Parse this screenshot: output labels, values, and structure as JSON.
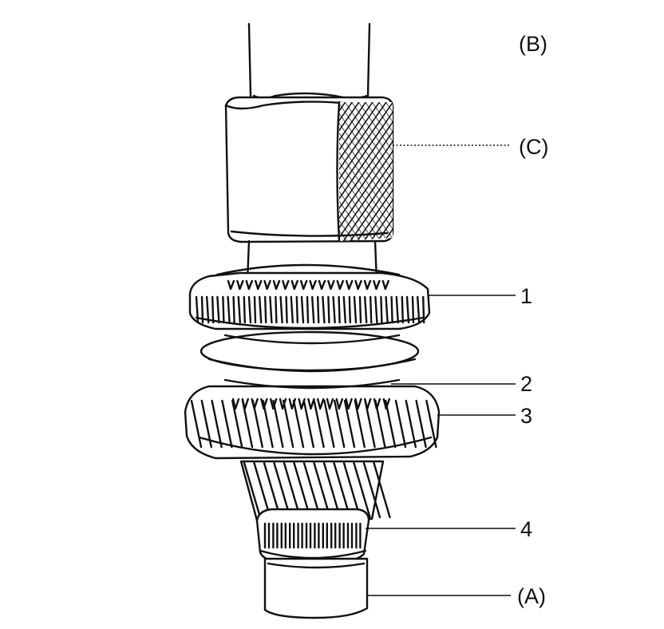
{
  "diagram": {
    "callouts": [
      {
        "id": "B",
        "label": "(B)"
      },
      {
        "id": "C",
        "label": "(C)"
      },
      {
        "id": "1",
        "label": "1"
      },
      {
        "id": "2",
        "label": "2"
      },
      {
        "id": "3",
        "label": "3"
      },
      {
        "id": "4",
        "label": "4"
      },
      {
        "id": "A",
        "label": "(A)"
      }
    ],
    "colors": {
      "ink": "#111111",
      "paper": "#ffffff"
    }
  }
}
